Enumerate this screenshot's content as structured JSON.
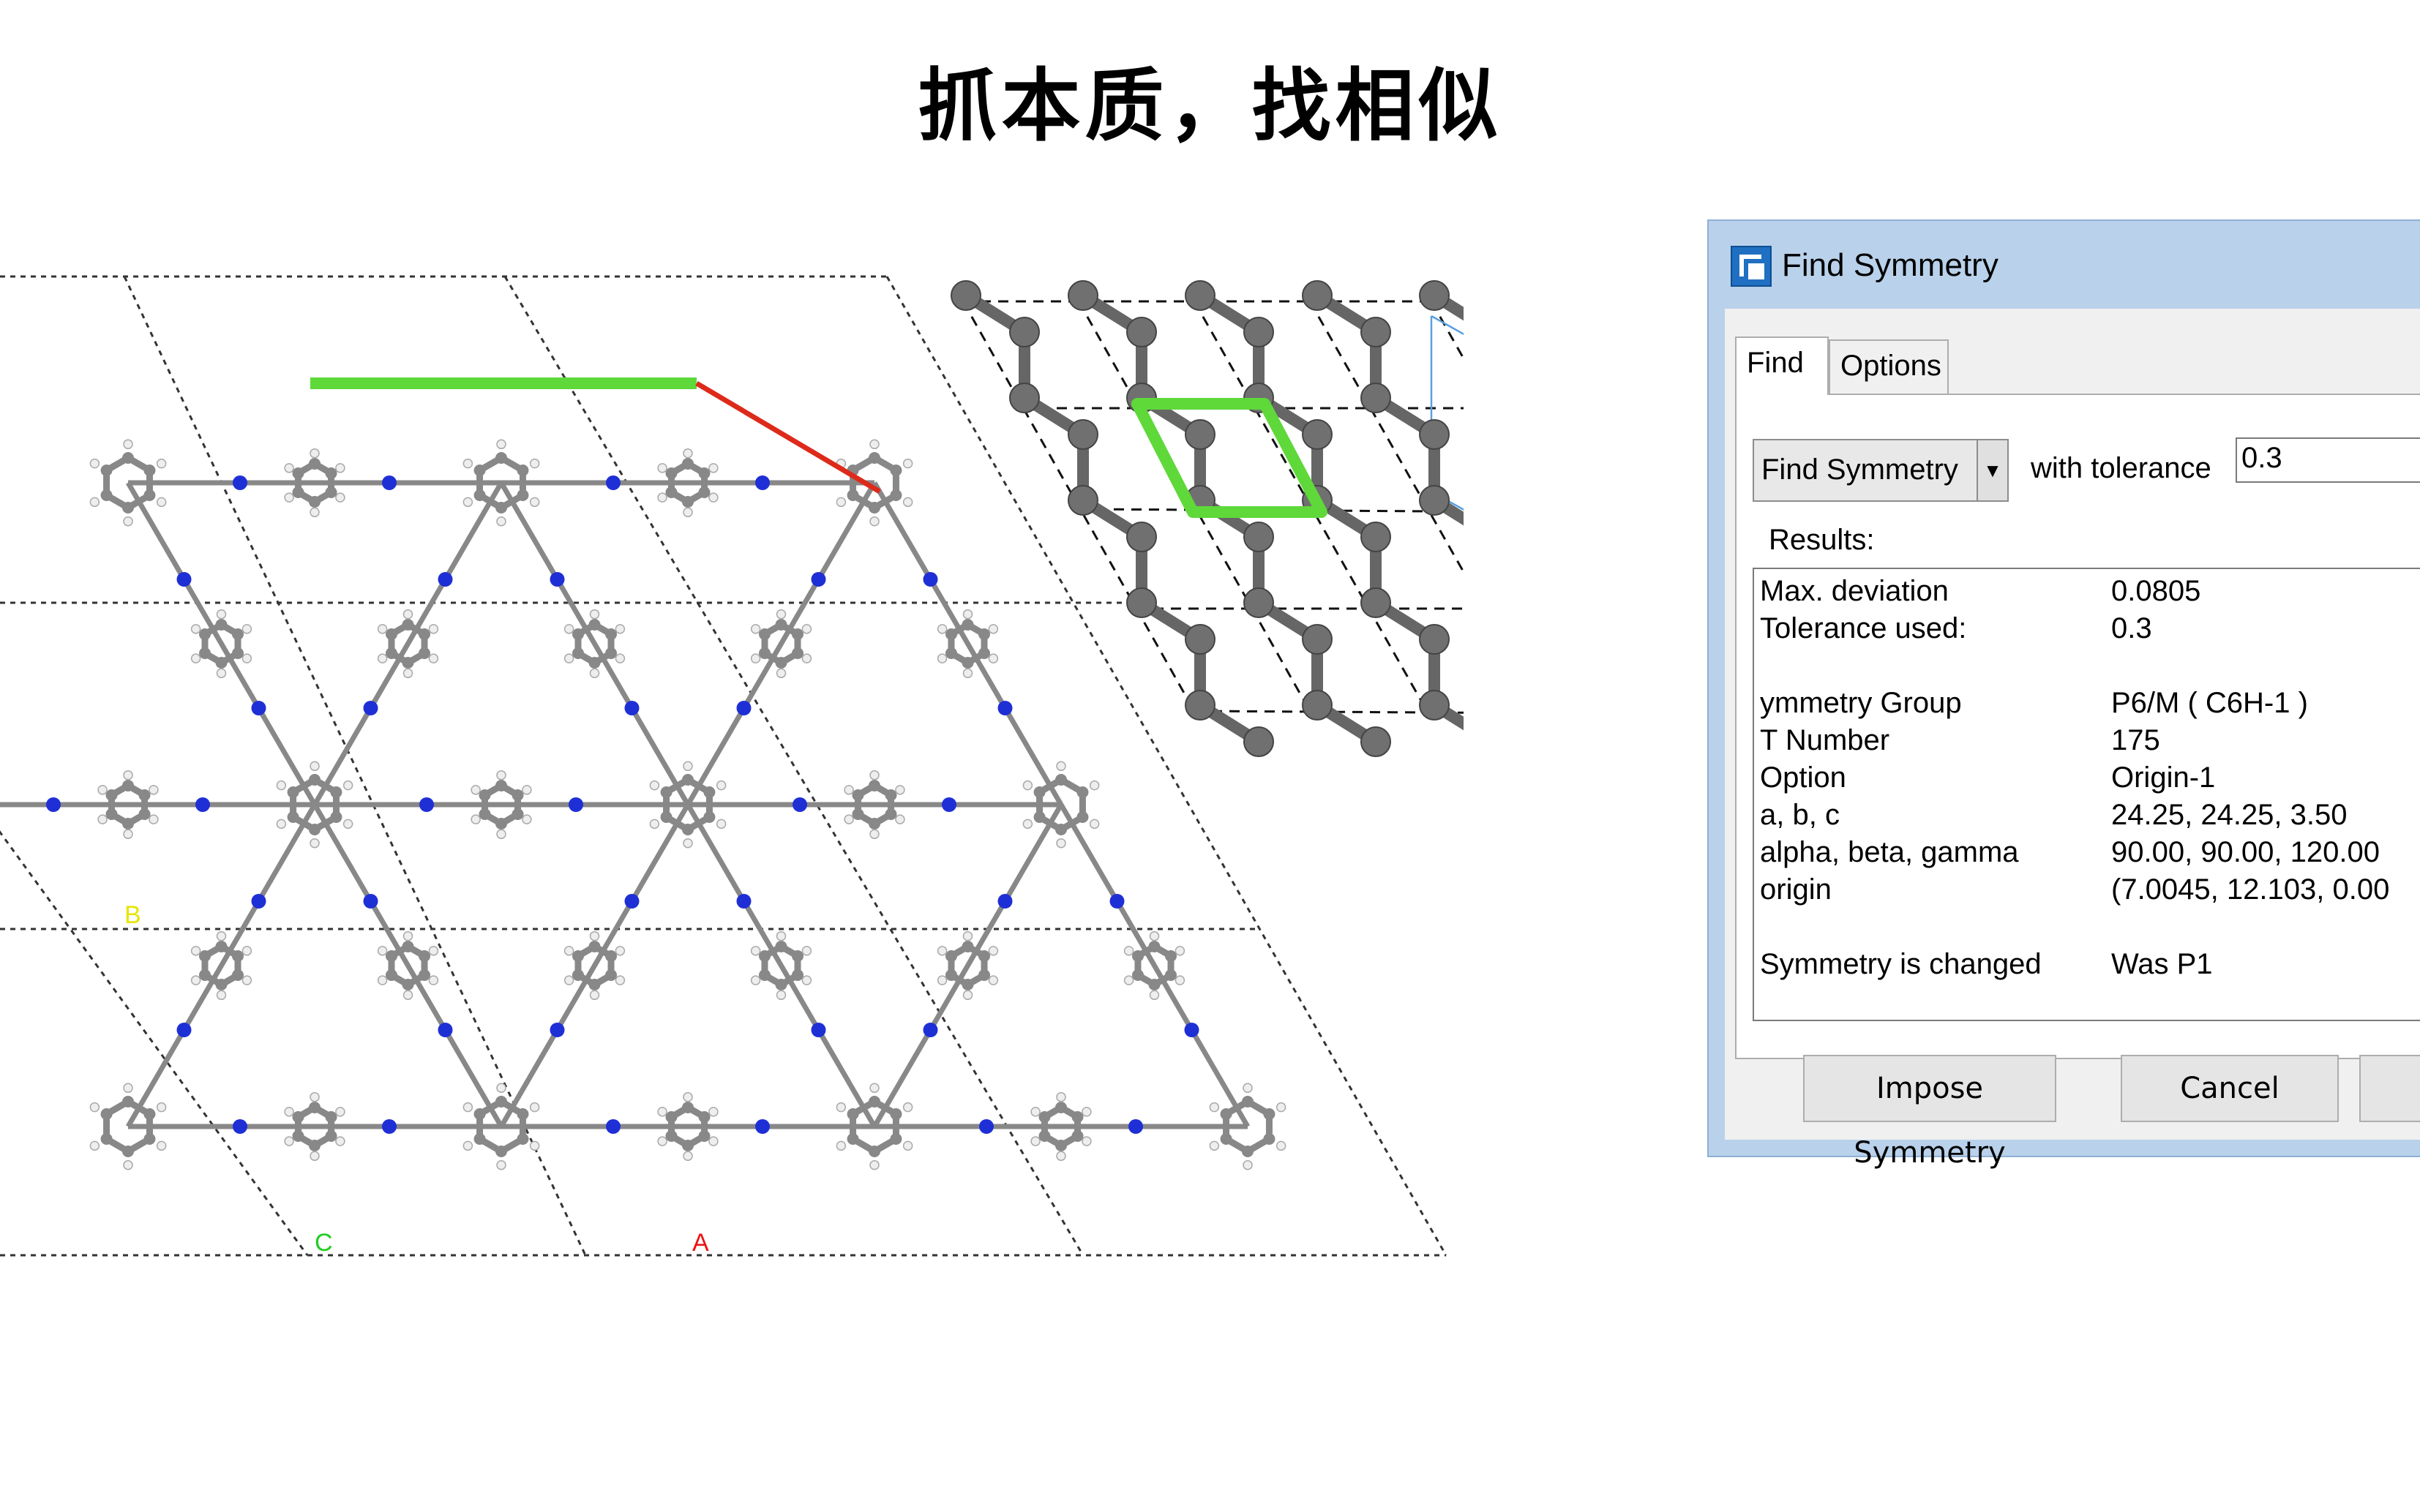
{
  "slide": {
    "title": "抓本质，找相似"
  },
  "structure_left": {
    "axis_labels": [
      "B",
      "C",
      "A"
    ],
    "colors": {
      "axis_b": "#e6e600",
      "axis_c": "#22cc22",
      "axis_a": "#ee1111",
      "highlight_green": "#5fd83a",
      "highlight_red": "#dd2a1a",
      "atom_carbon": "#888888",
      "atom_nitrogen": "#1f2fd6",
      "atom_hydrogen": "#eeeeee"
    }
  },
  "dialog": {
    "title": "Find Symmetry",
    "tabs": [
      "Find",
      "Options"
    ],
    "find_combo": "Find Symmetry",
    "tolerance_label": "with tolerance",
    "tolerance_value": "0.3",
    "results_label": "Results:",
    "results": [
      {
        "key": "Max. deviation",
        "value": "0.0805"
      },
      {
        "key": "Tolerance used:",
        "value": "0.3"
      },
      {
        "key": "",
        "value": ""
      },
      {
        "key": "ymmetry Group",
        "value": "P6/M  ( C6H-1 )"
      },
      {
        "key": "T Number",
        "value": "175"
      },
      {
        "key": "Option",
        "value": "Origin-1"
      },
      {
        "key": "a, b, c",
        "value": "24.25,  24.25,  3.50"
      },
      {
        "key": "alpha, beta, gamma",
        "value": "90.00,  90.00,  120.00"
      },
      {
        "key": "origin",
        "value": "(7.0045,  12.103,  0.00"
      },
      {
        "key": "",
        "value": ""
      },
      {
        "key": "Symmetry is changed",
        "value": "Was P1"
      }
    ],
    "buttons": {
      "impose": "Impose Symmetry",
      "cancel": "Cancel"
    }
  }
}
